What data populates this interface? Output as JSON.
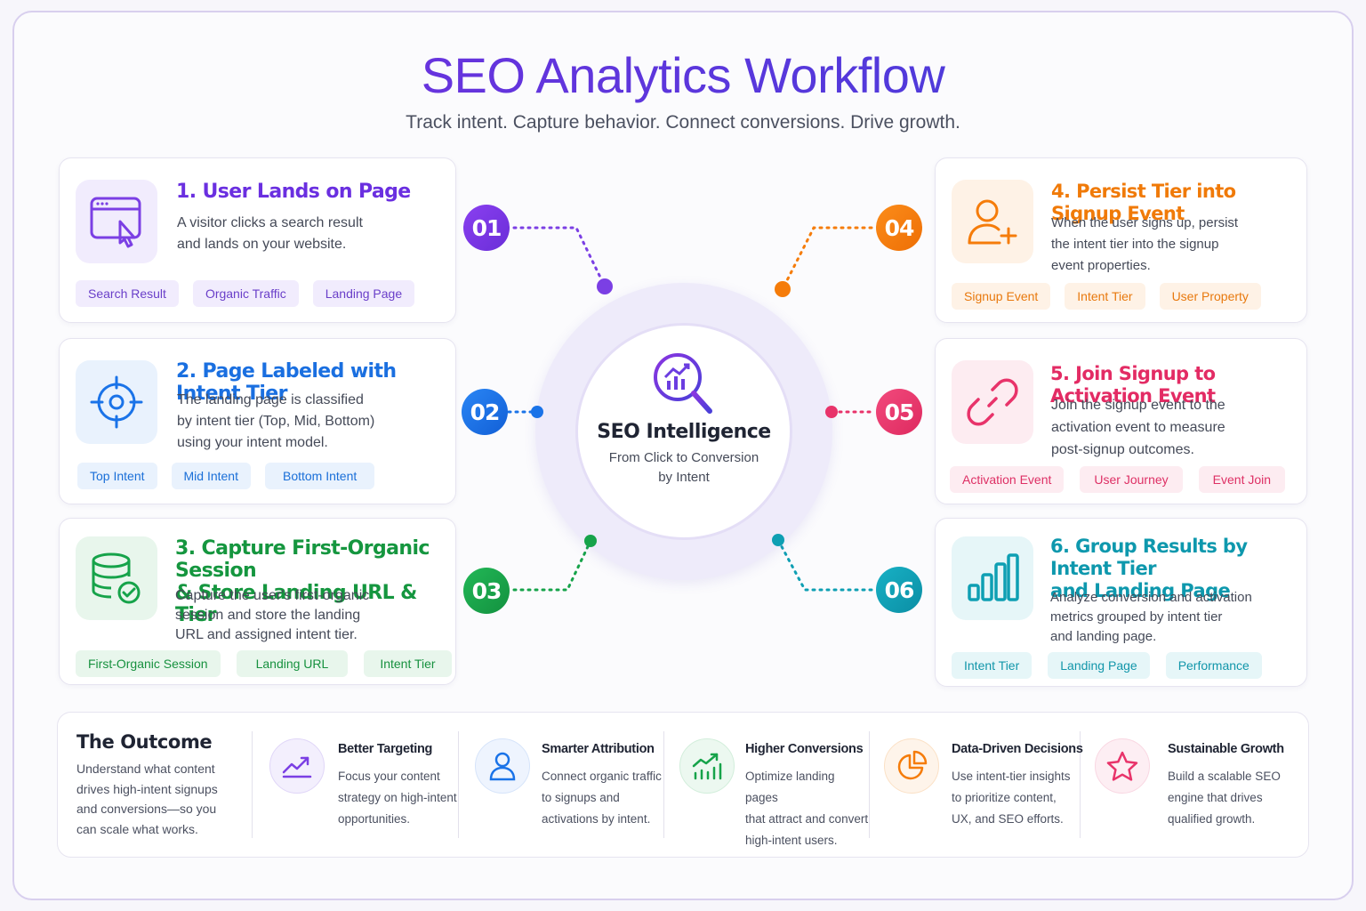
{
  "header": {
    "title": "SEO Analytics Workflow",
    "subtitle": "Track intent. Capture behavior. Connect conversions. Drive growth."
  },
  "center": {
    "title": "SEO Intelligence",
    "subtitle_line1": "From Click to Conversion",
    "subtitle_line2": "by Intent",
    "icon": "magnifier-chart-icon"
  },
  "colors": {
    "step1": "#7b3fe4",
    "step2": "#1a73e8",
    "step3": "#16a34a",
    "step4": "#f57c0a",
    "step5": "#e8336a",
    "step6": "#0e9fb3"
  },
  "steps": [
    {
      "number": "01",
      "title_line1": "1. User Lands on Page",
      "title_line2": "",
      "desc": [
        "A visitor clicks a search result",
        "and lands on your website."
      ],
      "tags": [
        "Search Result",
        "Organic Traffic",
        "Landing Page"
      ],
      "icon": "browser-cursor-icon"
    },
    {
      "number": "02",
      "title_line1": "2. Page Labeled with Intent Tier",
      "title_line2": "",
      "desc": [
        "The landing page is classified",
        "by intent tier (Top, Mid, Bottom)",
        "using your intent model."
      ],
      "tags": [
        "Top Intent",
        "Mid Intent",
        "Bottom Intent"
      ],
      "icon": "target-icon"
    },
    {
      "number": "03",
      "title_line1": "3. Capture First-Organic Session",
      "title_line2": "& Store Landing URL & Tier",
      "desc": [
        "Capture the user's first-organic",
        "session and store the landing",
        "URL and assigned intent tier."
      ],
      "tags": [
        "First-Organic Session",
        "Landing URL",
        "Intent Tier"
      ],
      "icon": "database-check-icon"
    },
    {
      "number": "04",
      "title_line1": "4. Persist Tier into Signup Event",
      "title_line2": "",
      "desc": [
        "When the user signs up, persist",
        "the intent tier into the signup",
        "event properties."
      ],
      "tags": [
        "Signup Event",
        "Intent Tier",
        "User Property"
      ],
      "icon": "user-plus-icon"
    },
    {
      "number": "05",
      "title_line1": "5. Join Signup to Activation Event",
      "title_line2": "",
      "desc": [
        "Join the signup event to the",
        "activation event to measure",
        "post-signup outcomes."
      ],
      "tags": [
        "Activation Event",
        "User Journey",
        "Event Join"
      ],
      "icon": "link-icon"
    },
    {
      "number": "06",
      "title_line1": "6. Group Results by Intent Tier",
      "title_line2": "and Landing Page",
      "desc": [
        "Analyze conversion and activation",
        "metrics grouped by intent tier",
        "and landing page."
      ],
      "tags": [
        "Intent Tier",
        "Landing Page",
        "Performance"
      ],
      "icon": "bar-chart-icon"
    }
  ],
  "outcome": {
    "title": "The Outcome",
    "desc": [
      "Understand what content",
      "drives high-intent signups",
      "and conversions—so you",
      "can scale what works."
    ],
    "items": [
      {
        "title": "Better Targeting",
        "desc": [
          "Focus your content",
          "strategy on high-intent",
          "opportunities."
        ],
        "icon": "trend-up-icon"
      },
      {
        "title": "Smarter Attribution",
        "desc": [
          "Connect organic traffic",
          "to signups and",
          "activations by intent."
        ],
        "icon": "user-icon"
      },
      {
        "title": "Higher Conversions",
        "desc": [
          "Optimize landing pages",
          "that attract and convert",
          "high-intent users."
        ],
        "icon": "growth-chart-icon"
      },
      {
        "title": "Data-Driven Decisions",
        "desc": [
          "Use intent-tier insights",
          "to prioritize content,",
          "UX, and SEO efforts."
        ],
        "icon": "pie-chart-icon"
      },
      {
        "title": "Sustainable Growth",
        "desc": [
          "Build a scalable SEO",
          "engine that drives",
          "qualified growth."
        ],
        "icon": "star-icon"
      }
    ]
  }
}
